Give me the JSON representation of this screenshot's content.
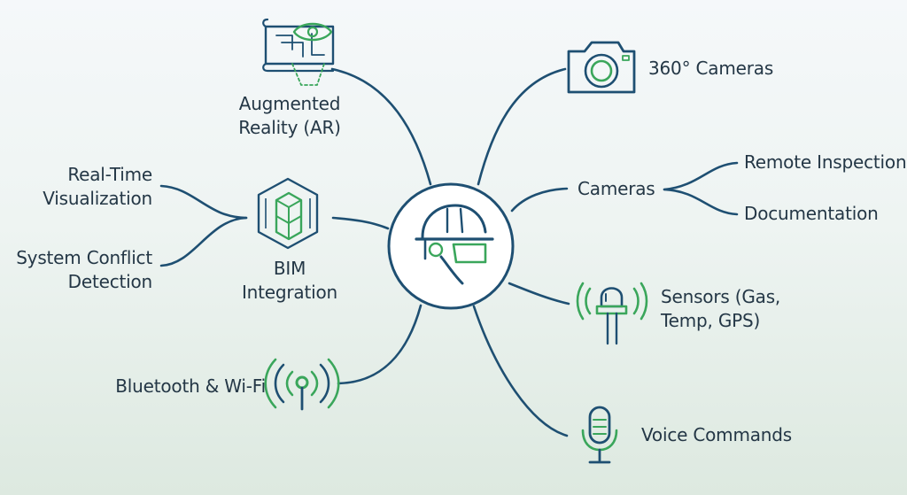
{
  "hub": {
    "icon": "smart-helmet-icon"
  },
  "colors": {
    "primary": "#1e4f72",
    "accent": "#3aa65b",
    "text": "#243746"
  },
  "nodes": {
    "ar": {
      "lines": [
        "Augmented",
        "Reality (AR)"
      ],
      "icon": "blueprint-eye-icon"
    },
    "bim": {
      "lines": [
        "BIM",
        "Integration"
      ],
      "icon": "bim-cube-icon",
      "children": [
        {
          "lines": [
            "Real-Time",
            "Visualization"
          ]
        },
        {
          "lines": [
            "System Conflict",
            "Detection"
          ]
        }
      ]
    },
    "bluetooth": {
      "label": "Bluetooth & Wi-Fi",
      "icon": "wireless-antenna-icon"
    },
    "cameras360": {
      "label": "360° Cameras",
      "icon": "camera-icon"
    },
    "cameras": {
      "label": "Cameras",
      "children": [
        {
          "label": "Remote Inspection"
        },
        {
          "label": "Documentation"
        }
      ]
    },
    "sensors": {
      "lines": [
        "Sensors (Gas,",
        "Temp, GPS)"
      ],
      "icon": "sensor-beacon-icon"
    },
    "voice": {
      "label": "Voice Commands",
      "icon": "microphone-icon"
    }
  }
}
